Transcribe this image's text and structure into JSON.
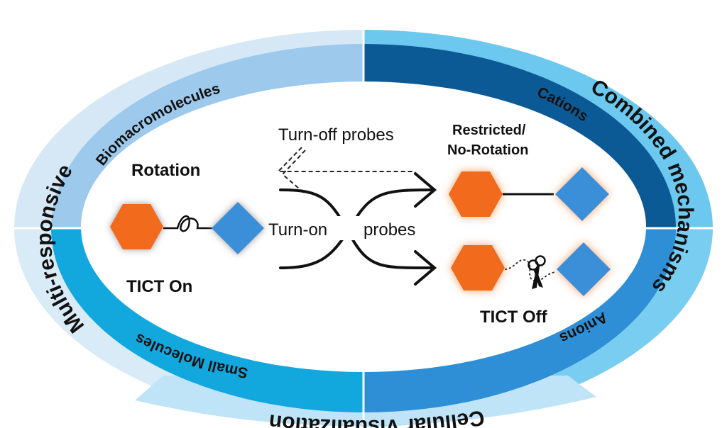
{
  "outer_ring": {
    "top_left": "",
    "right": "Combined mechanisms",
    "bottom": "Cellular Visualization",
    "left": "Multi-responsive"
  },
  "inner_ring": {
    "top_left": "Biomacromolecules",
    "top_right": "Cations",
    "bottom_right": "Anions",
    "bottom_left": "Small Molecules"
  },
  "left_panel": {
    "title": "Rotation",
    "caption": "TICT On"
  },
  "center": {
    "turn_off": "Turn-off probes",
    "turn_on_a": "Turn-on",
    "turn_on_b": "probes"
  },
  "right_panel": {
    "title_line1": "Restricted/",
    "title_line2": "No-Rotation",
    "caption": "TICT Off"
  },
  "colors": {
    "outer_left": "#d6e8f5",
    "outer_right": "#6cc8ee",
    "outer_bottom": "#bfe4f7",
    "outer_right_lower": "#79cdf0",
    "inner_top_left": "#9cc9ec",
    "inner_top_right": "#0b5a96",
    "inner_bottom_right": "#2e8fd6",
    "inner_bottom_left": "#12a8de",
    "hexagon": "#f26a1b",
    "diamond": "#3a8fd8"
  },
  "icons": [
    "scissors-icon"
  ]
}
